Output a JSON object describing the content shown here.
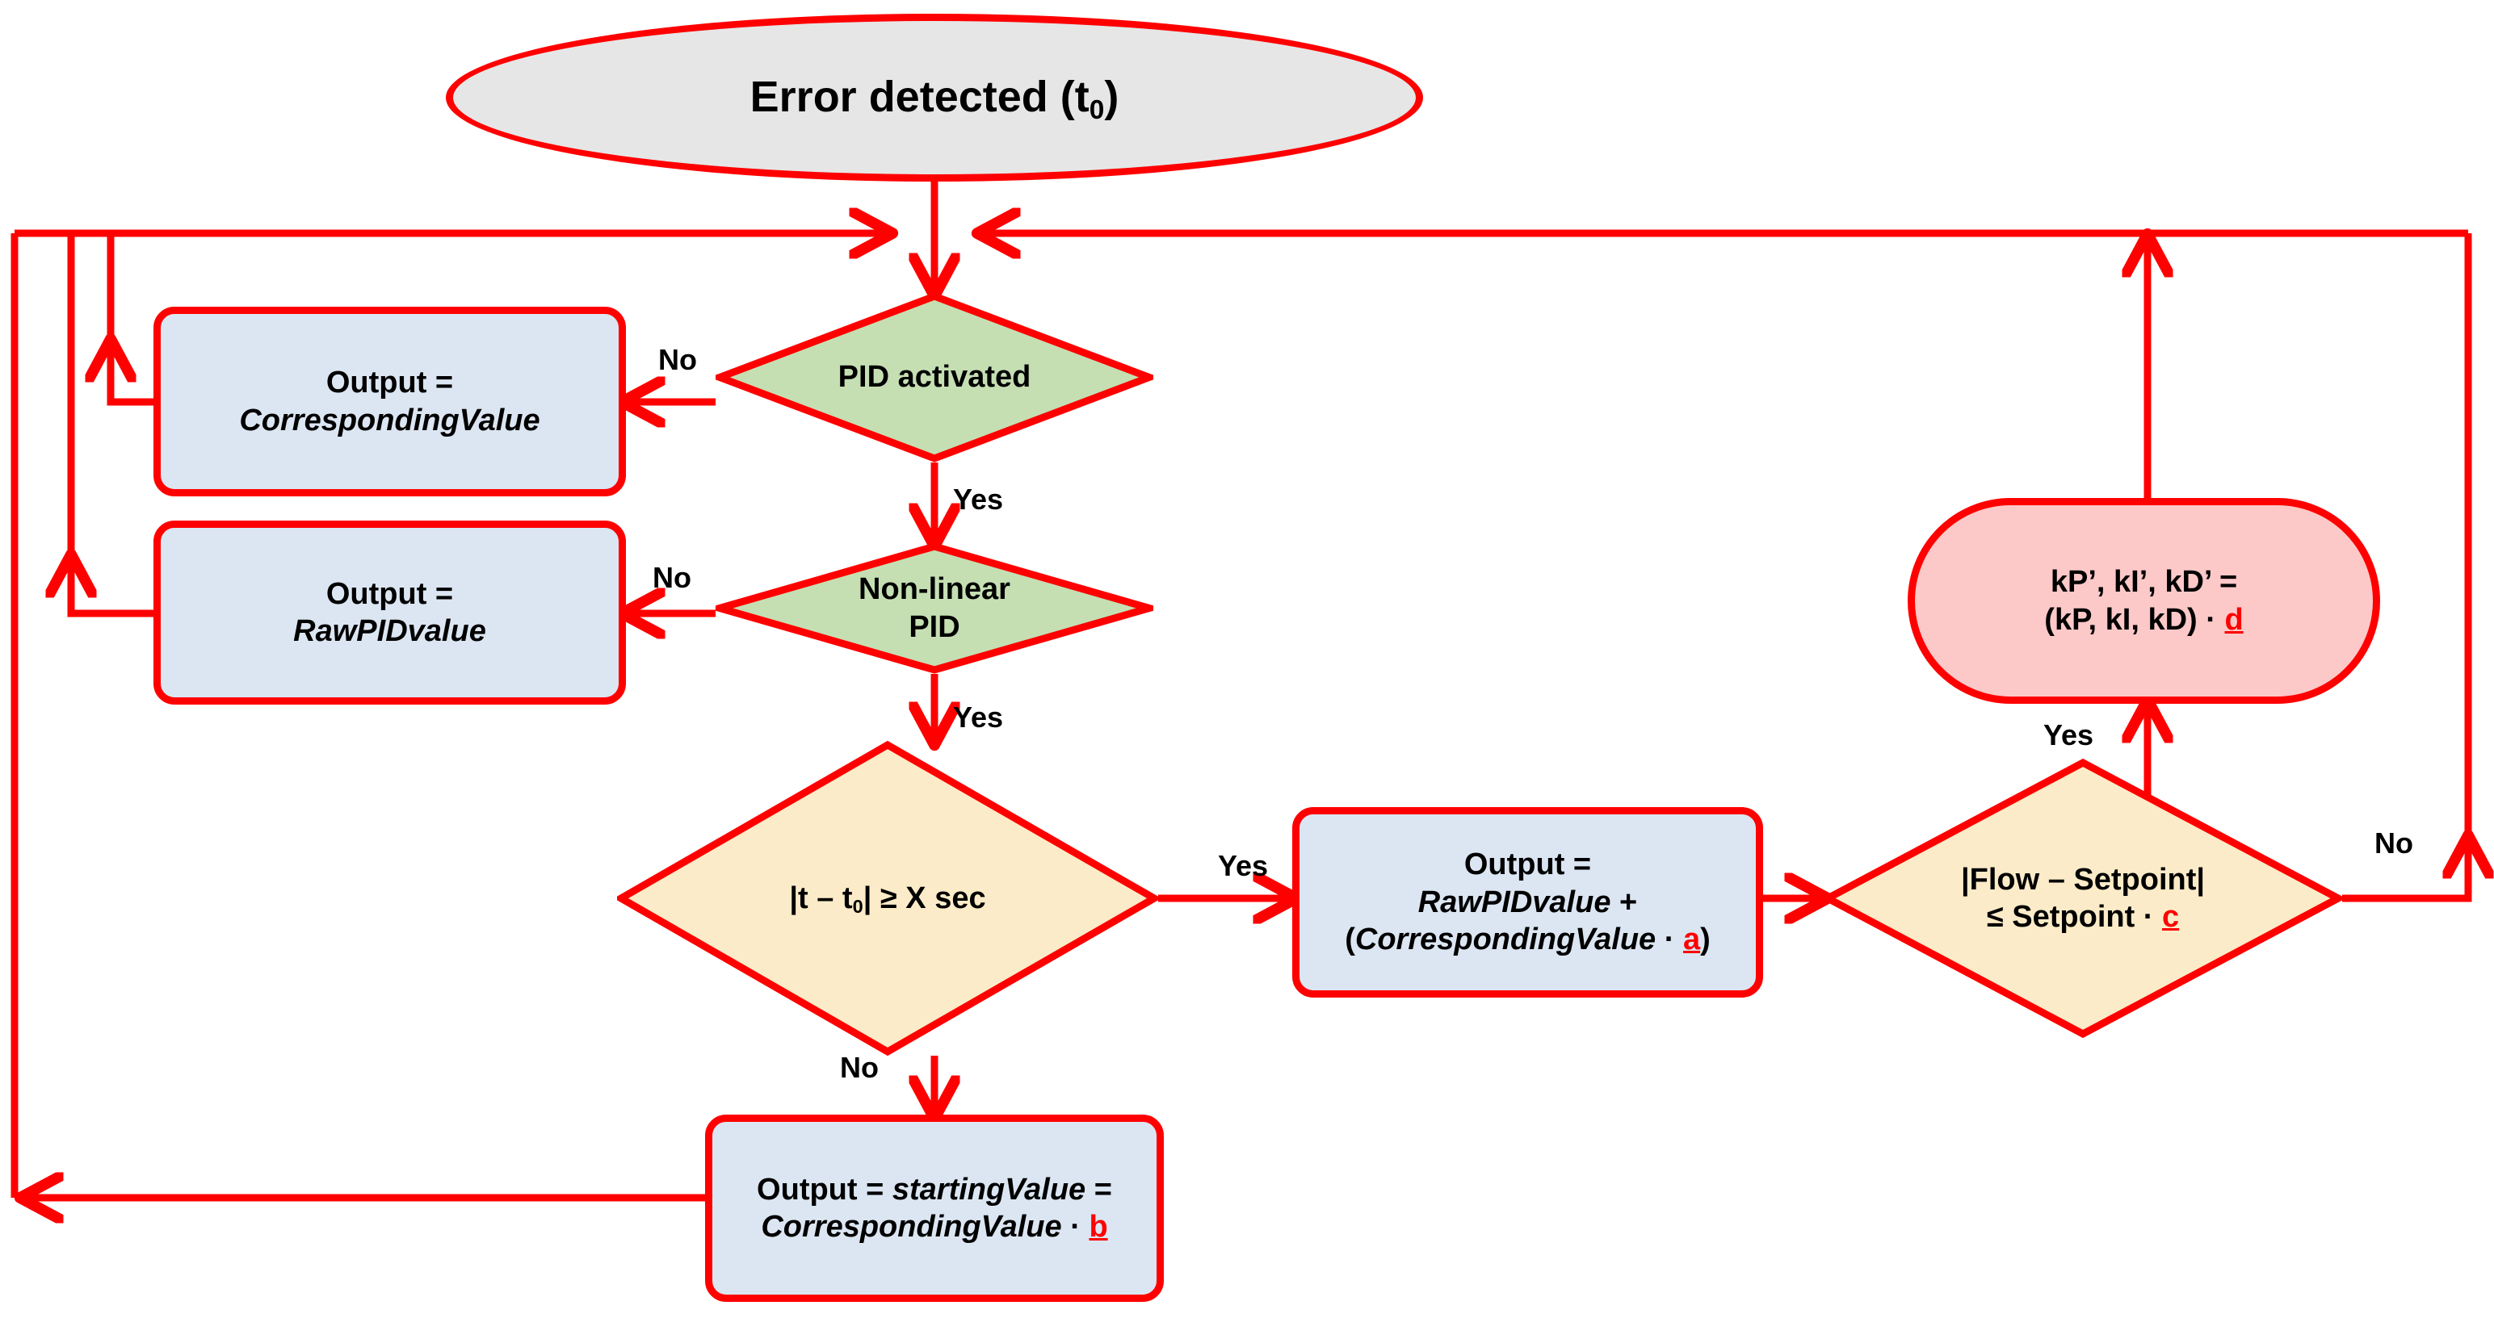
{
  "diagram": {
    "title": "PID error-handling flowchart",
    "colors": {
      "stroke": "#FF0000",
      "terminator_fill": "#E6E6E6",
      "process_fill": "#DCE6F2",
      "decision_green_fill": "#C5DFB3",
      "decision_yellow_fill": "#FCEBC8",
      "gain_fill": "#FDC8C8",
      "coefficient_text": "#FF0000"
    },
    "nodes": {
      "start": {
        "type": "terminator",
        "label": "Error detected (t",
        "label_sub": "0",
        "label_tail": ")"
      },
      "pid_activated": {
        "type": "decision",
        "label": "PID activated"
      },
      "output_corresponding": {
        "type": "process",
        "line1": "Output =",
        "line2": "CorrespondingValue"
      },
      "non_linear_pid": {
        "type": "decision",
        "line1": "Non-linear",
        "line2": "PID"
      },
      "output_rawpid": {
        "type": "process",
        "line1": "Output =",
        "line2": "RawPIDvalue"
      },
      "time_check": {
        "type": "decision",
        "label_pre": "|t – t",
        "label_sub": "0",
        "label_post": "| ≥ X sec"
      },
      "output_blend": {
        "type": "process",
        "line1": "Output =",
        "line2": "RawPIDvalue",
        "line2_tail": " +",
        "line3_pre": "(",
        "line3_var": "CorrespondingValue",
        "line3_mid": " · ",
        "line3_coef": "a",
        "line3_post": ")"
      },
      "flow_check": {
        "type": "decision",
        "line1": "|Flow – Setpoint|",
        "line2_pre": "≤ Setpoint · ",
        "line2_coef": "c"
      },
      "gain_update": {
        "type": "gain",
        "line1": "kP’, kI’, kD’  =",
        "line2_pre": "(kP, kI, kD) · ",
        "line2_coef": "d"
      },
      "output_starting": {
        "type": "process",
        "line1_pre": "Output = ",
        "line1_var": "startingValue",
        "line1_post": " =",
        "line2_var": "CorrespondingValue",
        "line2_mid": " · ",
        "line2_coef": "b"
      }
    },
    "edge_labels": {
      "pid_no": "No",
      "pid_yes": "Yes",
      "nonlinear_no": "No",
      "nonlinear_yes": "Yes",
      "time_yes": "Yes",
      "time_no": "No",
      "flow_yes": "Yes",
      "flow_no": "No"
    }
  }
}
